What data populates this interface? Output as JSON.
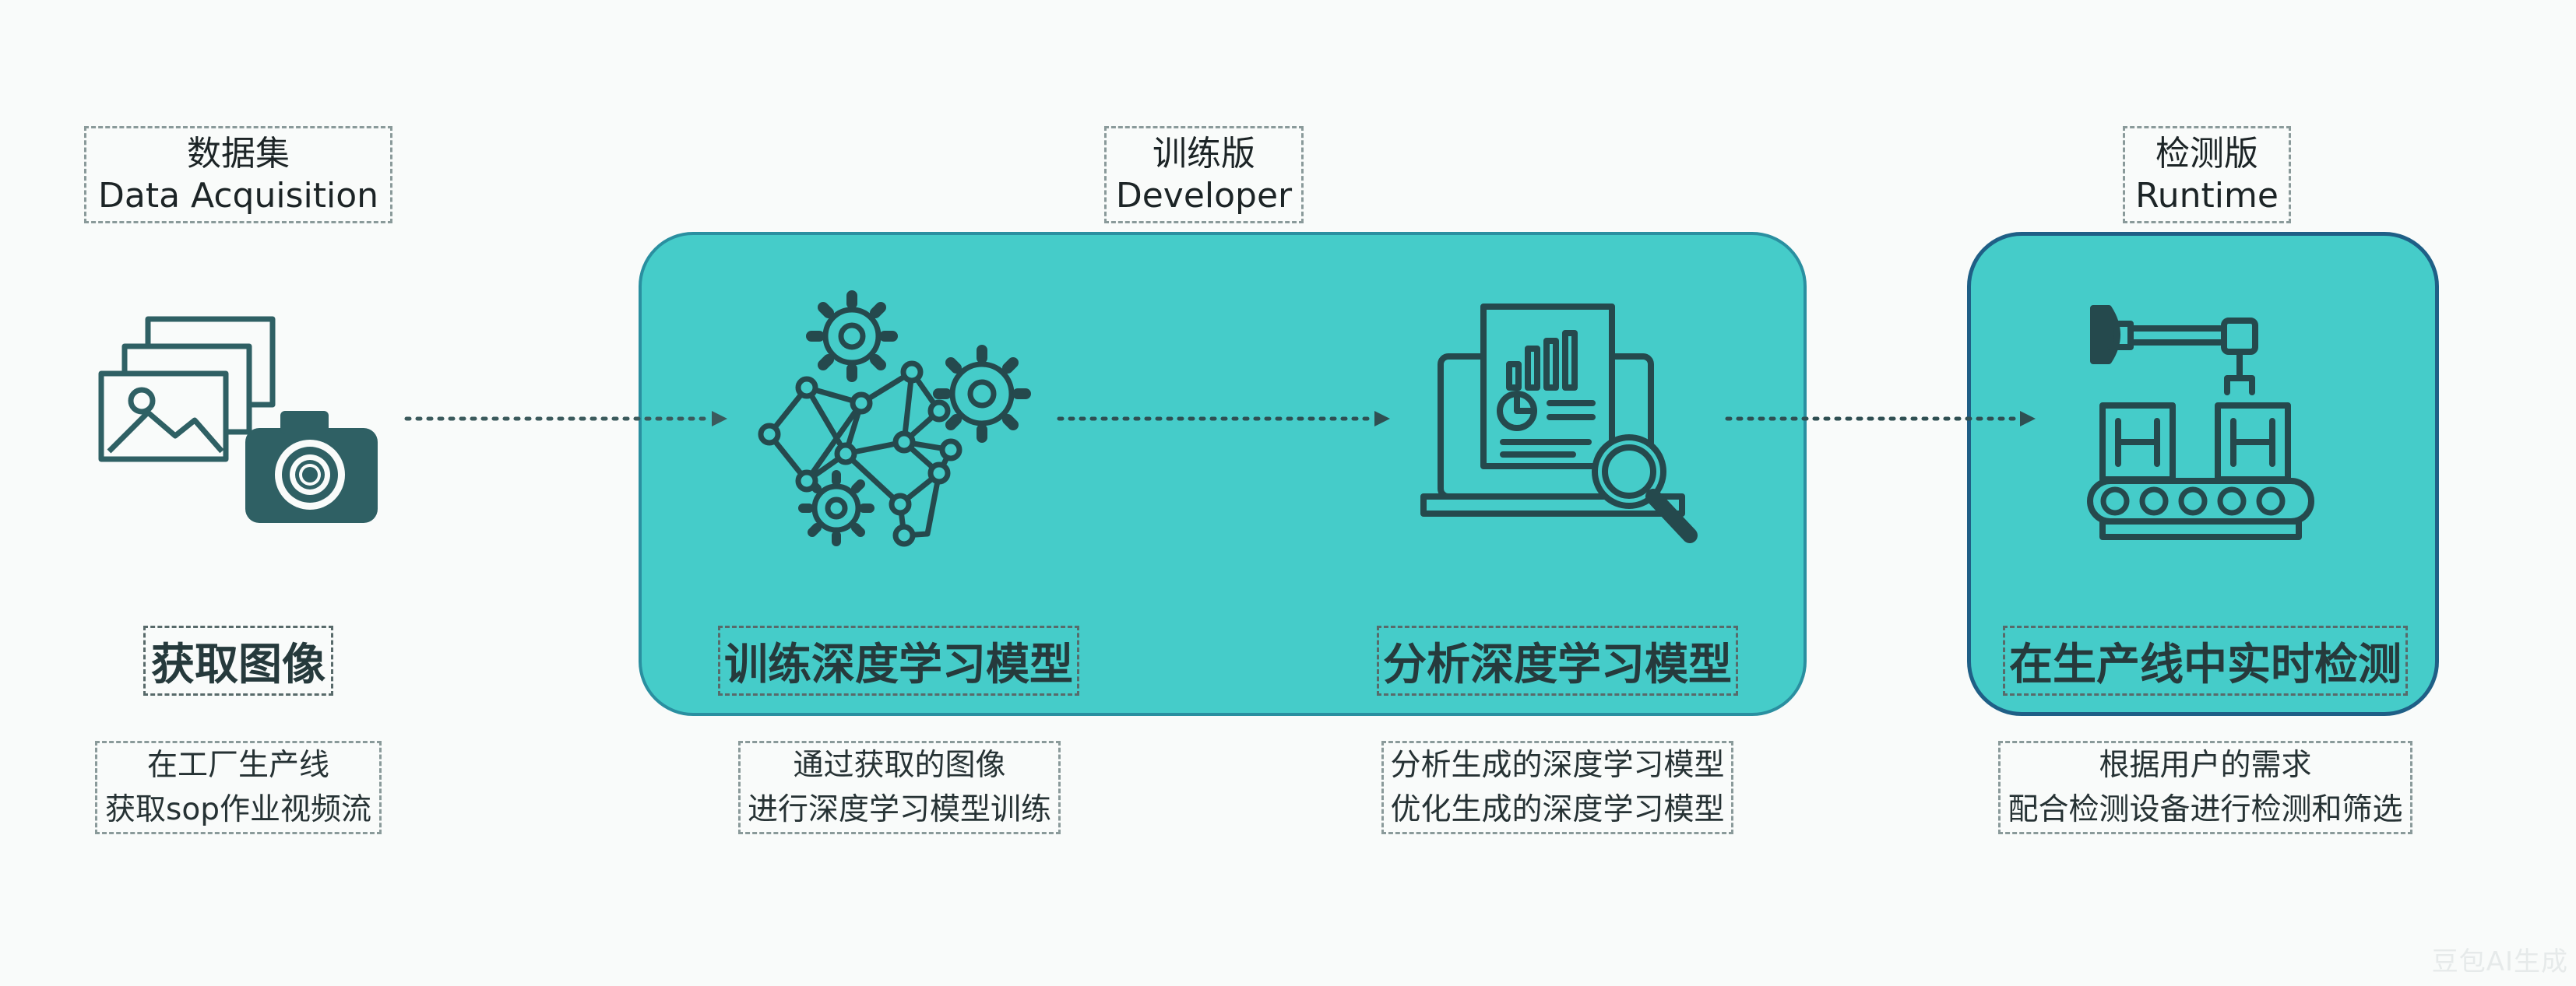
{
  "stages": {
    "dataset": {
      "tag_cn": "数据集",
      "tag_en": "Data Acquisition",
      "caption": "获取图像",
      "desc_line1": "在工厂生产线",
      "desc_line2": "获取sop作业视频流"
    },
    "developer": {
      "tag_cn": "训练版",
      "tag_en": "Developer",
      "caption_train": "训练深度学习模型",
      "desc_train_line1": "通过获取的图像",
      "desc_train_line2": "进行深度学习模型训练",
      "caption_analyze": "分析深度学习模型",
      "desc_analyze_line1": "分析生成的深度学习模型",
      "desc_analyze_line2": "优化生成的深度学习模型"
    },
    "runtime": {
      "tag_cn": "检测版",
      "tag_en": "Runtime",
      "caption": "在生产线中实时检测",
      "desc_line1": "根据用户的需求",
      "desc_line2": "配合检测设备进行检测和筛选"
    }
  },
  "watermark": "豆包AI生成",
  "colors": {
    "panel_fill": "#45ccc9",
    "panel_border": "#1f6f87",
    "icon_stroke": "#25494d",
    "arrow": "#3b5a5c"
  },
  "icons": [
    "images-icon",
    "camera-icon",
    "gears-network-icon",
    "laptop-report-magnifier-icon",
    "robot-arm-conveyor-icon"
  ]
}
